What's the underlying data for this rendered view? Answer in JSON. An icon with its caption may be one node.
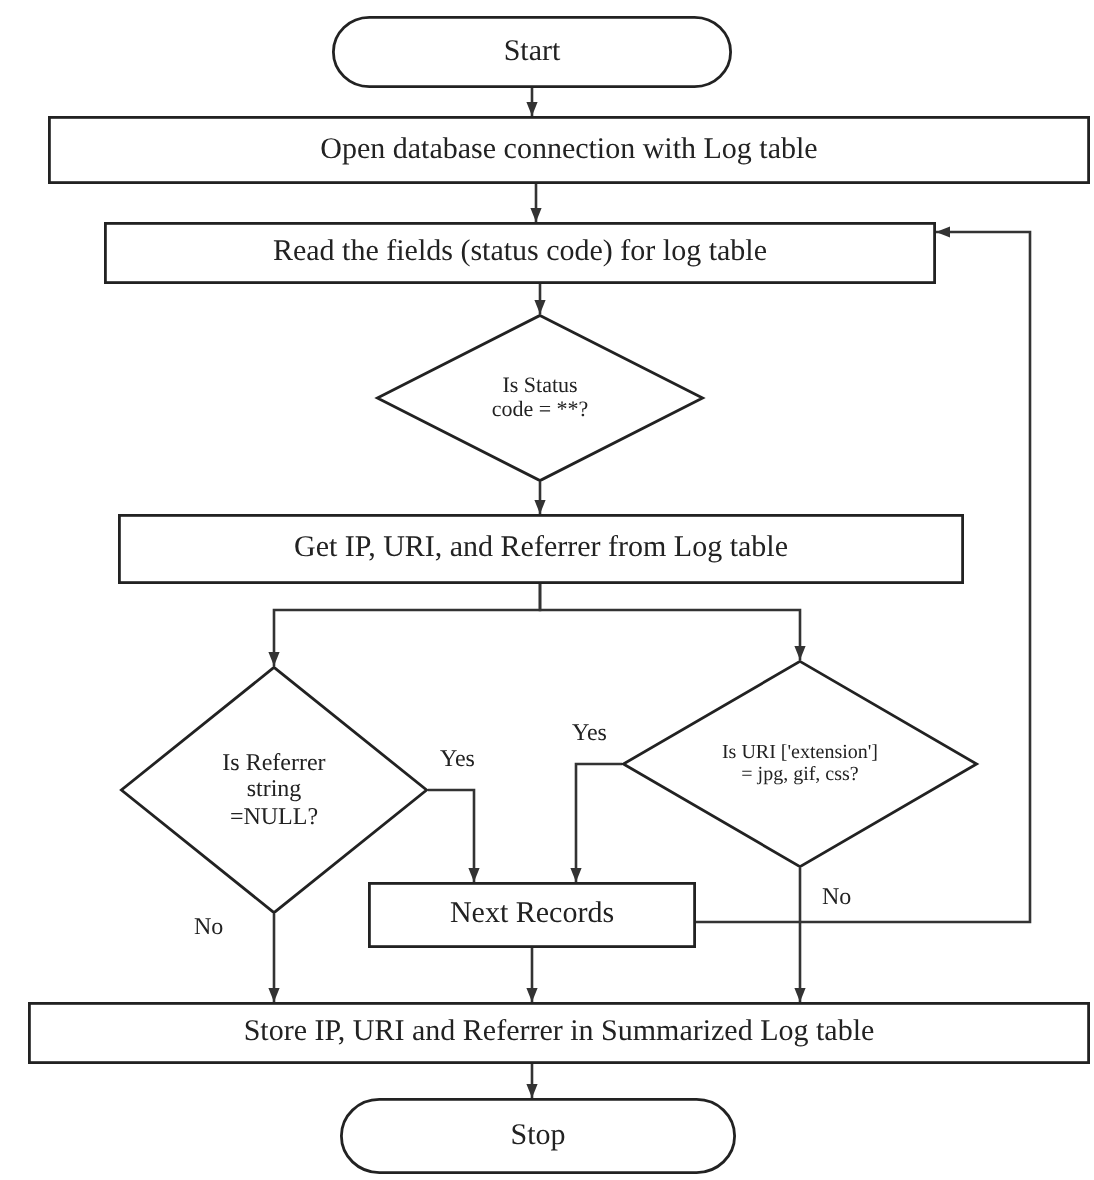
{
  "diagram": {
    "nodes": [
      {
        "text": [
          "Start"
        ]
      },
      {
        "text": [
          "Open database connection with Log table"
        ]
      },
      {
        "text": [
          "Read the fields (status code) for log table"
        ]
      },
      {
        "text": [
          "Is Status code = **?"
        ]
      },
      {
        "text": [
          "Get IP, URI, and Referrer from Log table"
        ]
      },
      {
        "text": [
          "Is Referrer string =NULL?"
        ]
      },
      {
        "text": [
          "Is URI ['extension'] = jpg, gif, css?"
        ]
      },
      {
        "text": [
          "Next Records"
        ]
      },
      {
        "text": [
          "Store IP, URI and Referrer in Summarized Log table"
        ]
      },
      {
        "text": [
          "Stop"
        ]
      }
    ],
    "edges": [
      {
        "from": 0,
        "to": 1,
        "arrow": "to"
      },
      {
        "from": 1,
        "to": 2,
        "arrow": "to"
      },
      {
        "from": 2,
        "to": 3,
        "arrow": "to"
      },
      {
        "from": 3,
        "to": 4,
        "arrow": "to"
      },
      {
        "from": 4,
        "to": 5,
        "arrow": "to"
      },
      {
        "from": 4,
        "to": 6,
        "arrow": "to"
      },
      {
        "from": 5,
        "to": 7,
        "arrow": "to",
        "label": "Yes"
      },
      {
        "from": 6,
        "to": 7,
        "arrow": "to",
        "label": "Yes"
      },
      {
        "from": 5,
        "to": 8,
        "arrow": "to",
        "label": "No"
      },
      {
        "from": 6,
        "to": 8,
        "arrow": "to",
        "label": "No"
      },
      {
        "from": 7,
        "to": 8,
        "arrow": "to"
      },
      {
        "from": 7,
        "to": 2,
        "arrow": "to"
      },
      {
        "from": 8,
        "to": 9,
        "arrow": "to"
      }
    ]
  }
}
